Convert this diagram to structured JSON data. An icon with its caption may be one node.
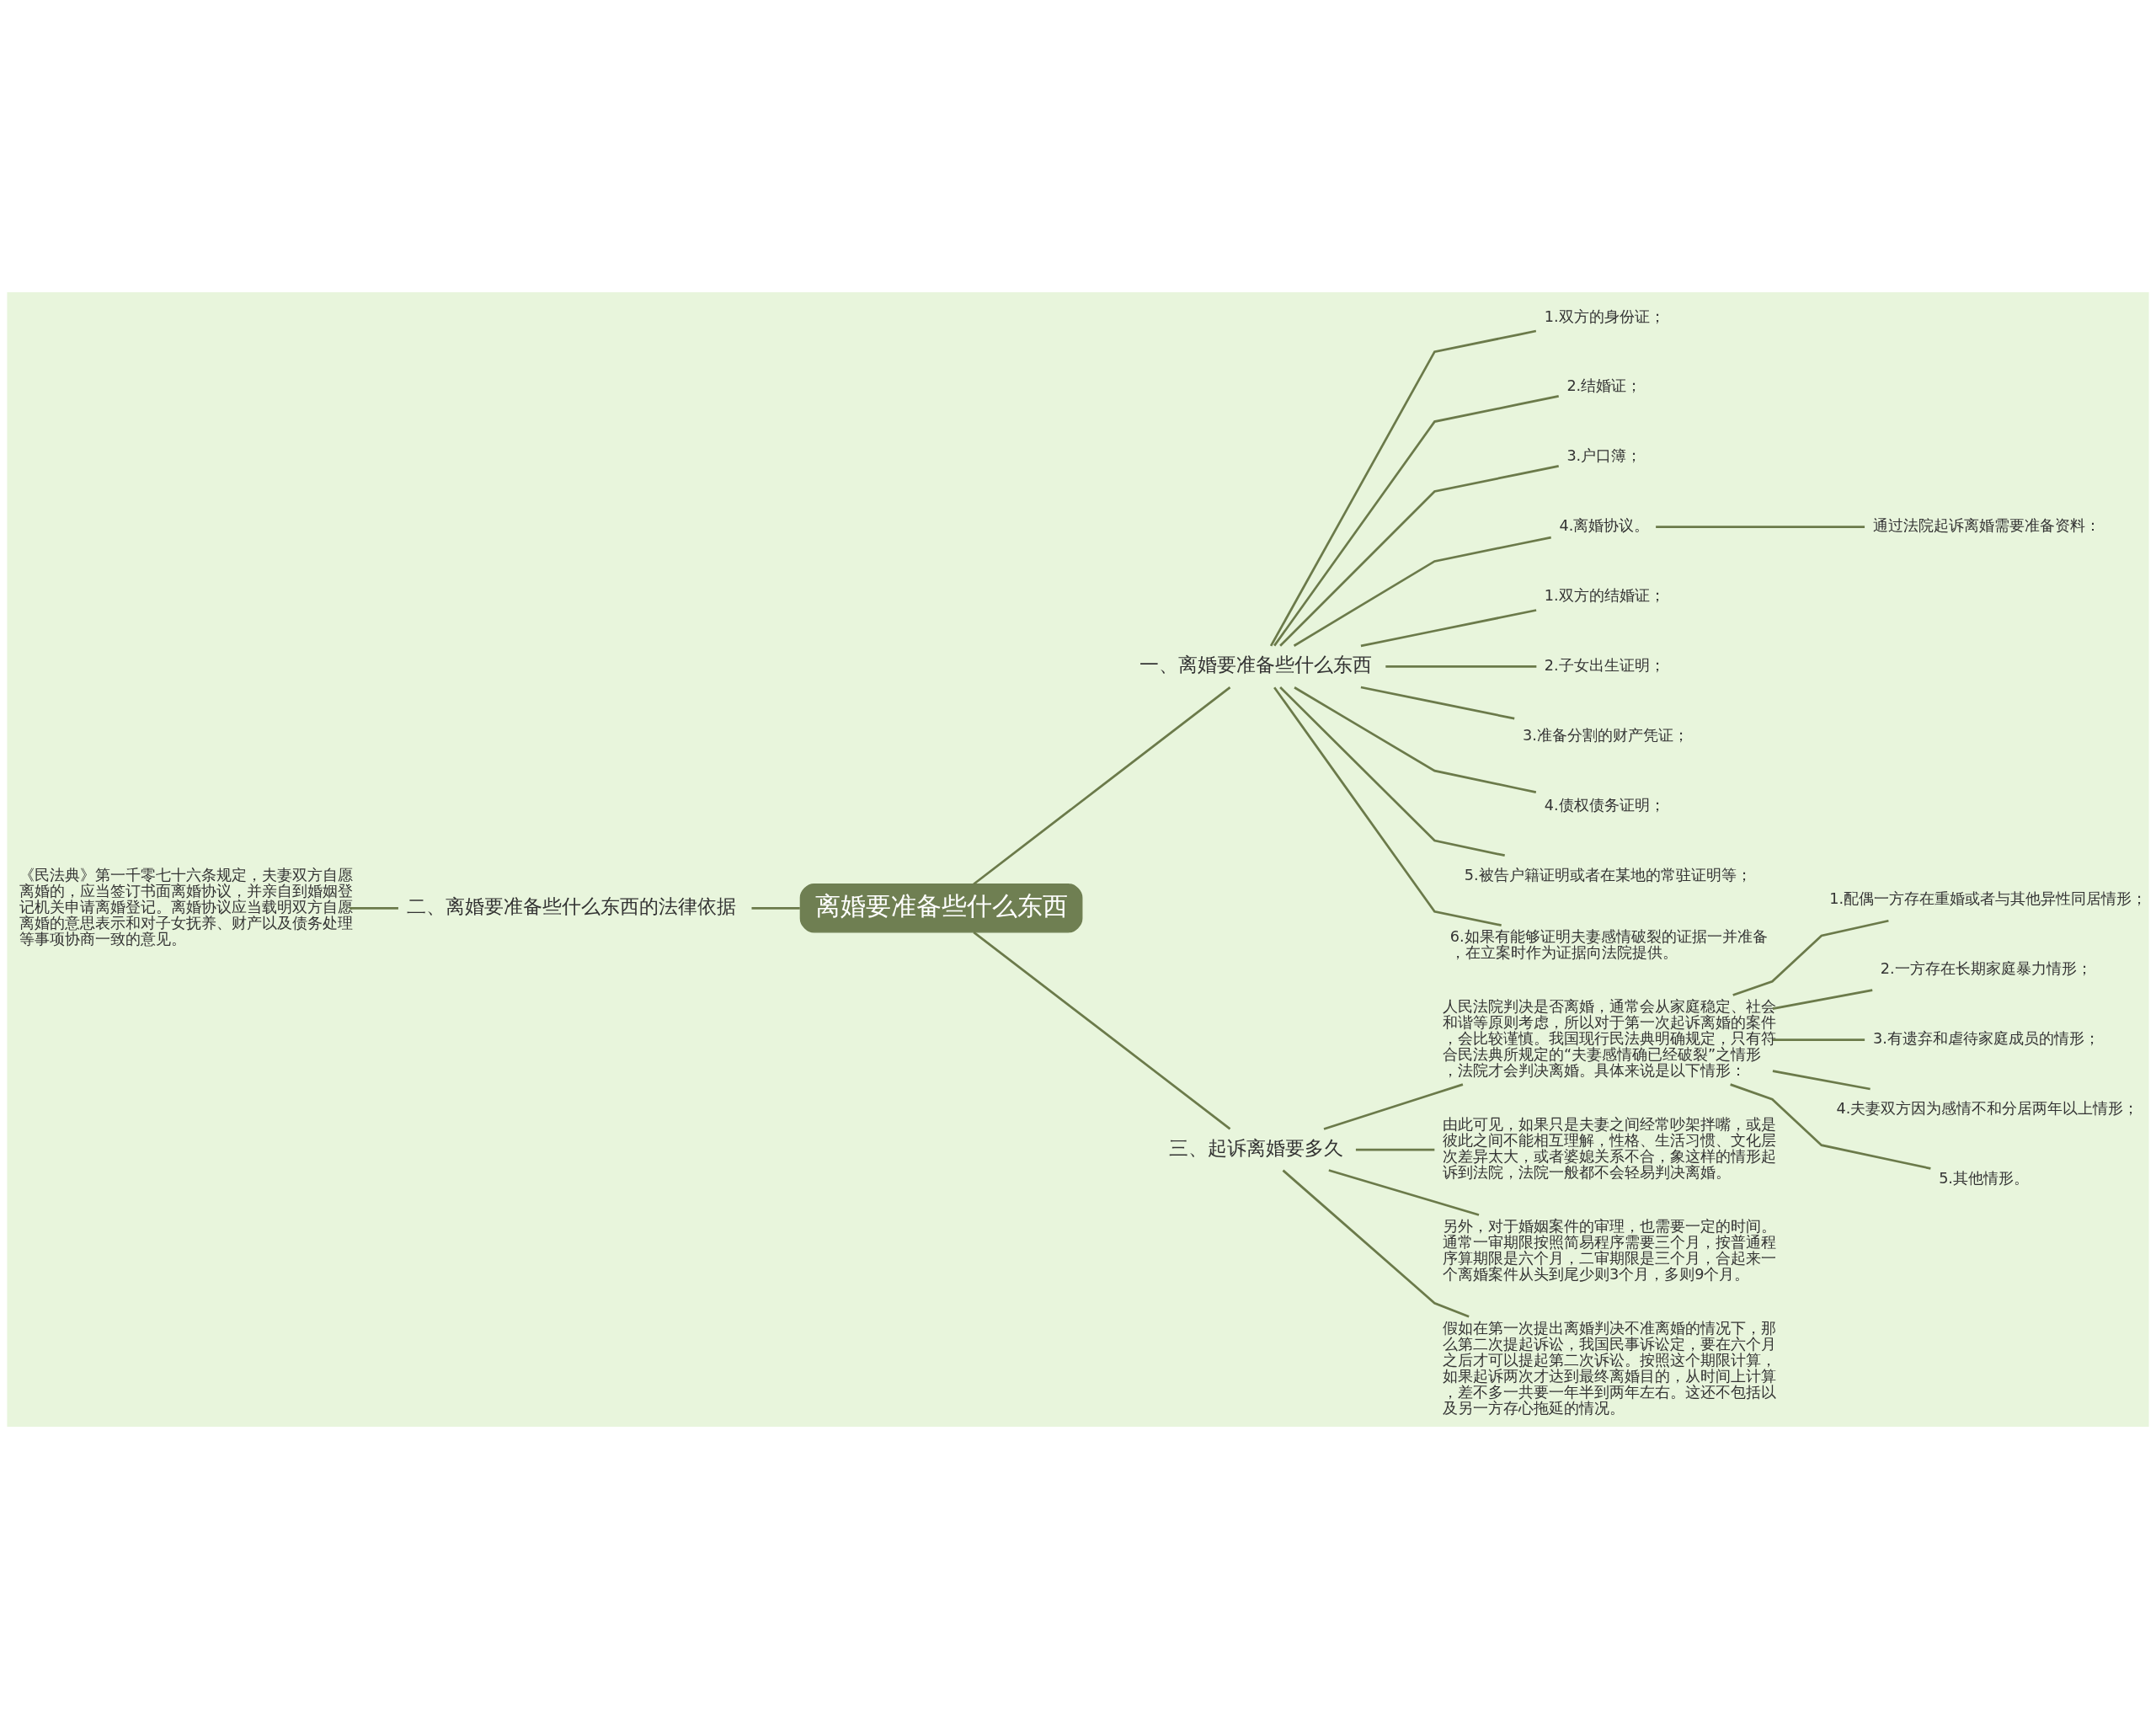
{
  "diagram": {
    "nodes": [
      {
        "text": [
          "离婚要准备些什么东西"
        ]
      },
      {
        "text": [
          "一、离婚要准备些什么东西"
        ]
      },
      {
        "text": [
          "1.双方的身份证；"
        ]
      },
      {
        "text": [
          "2.结婚证；"
        ]
      },
      {
        "text": [
          "3.户口簿；"
        ]
      },
      {
        "text": [
          "4.离婚协议。"
        ]
      },
      {
        "text": [
          "通过法院起诉离婚需要准备资料："
        ]
      },
      {
        "text": [
          "1.双方的结婚证；"
        ]
      },
      {
        "text": [
          "2.子女出生证明；"
        ]
      },
      {
        "text": [
          "3.准备分割的财产凭证；"
        ]
      },
      {
        "text": [
          "4.债权债务证明；"
        ]
      },
      {
        "text": [
          "5.被告户籍证明或者在某地的常驻证明等；"
        ]
      },
      {
        "text": [
          "6.如果有能够证明夫妻感情破裂的证据一并准备，在立案时作为证据向法院提供。"
        ]
      },
      {
        "text": [
          "二、离婚要准备些什么东西的法律依据"
        ]
      },
      {
        "text": [
          "《民法典》第一千零七十六条规定，夫妻双方自愿离婚的，应当签订书面离婚协议，并亲自到婚姻登记机关申请离婚登记。离婚协议应当载明双方自愿离婚的意思表示和对子女抚养、财产以及债务处理等事项协商一致的意见。"
        ]
      },
      {
        "text": [
          "三、起诉离婚要多久"
        ]
      },
      {
        "text": [
          "人民法院判决是否离婚，通常会从家庭稳定、社会和谐等原则考虑，所以对于第一次起诉离婚的案件，会比较谨慎。我国现行民法典明确规定，只有符合民法典所规定的“夫妻感情确已经破裂”之情形，法院才会判决离婚。具体来说是以下情形："
        ]
      },
      {
        "text": [
          "1.配偶一方存在重婚或者与其他异性同居情形；"
        ]
      },
      {
        "text": [
          "2.一方存在长期家庭暴力情形；"
        ]
      },
      {
        "text": [
          "3.有遗弃和虐待家庭成员的情形；"
        ]
      },
      {
        "text": [
          "4.夫妻双方因为感情不和分居两年以上情形；"
        ]
      },
      {
        "text": [
          "5.其他情形。"
        ]
      },
      {
        "text": [
          "由此可见，如果只是夫妻之间经常吵架拌嘴，或是彼此之间不能相互理解，性格、生活习惯、文化层次差异太大，或者婆媳关系不合，象这样的情形起诉到法院，法院一般都不会轻易判决离婚。"
        ]
      },
      {
        "text": [
          "另外，对于婚姻案件的审理，也需要一定的时间。通常一审期限按照简易程序需要三个月，按普通程序算期限是六个月，二审期限是三个月，合起来一个离婚案件从头到尾少则3个月，多则9个月。"
        ]
      },
      {
        "text": [
          "假如在第一次提出离婚判决不准离婚的情况下，那么第二次提起诉讼，我国民事诉讼定，要在六个月之后才可以提起第二次诉讼。按照这个期限计算，如果起诉两次才达到最终离婚目的，从时间上计算，差不多一共要一年半到两年左右。这还不包括以及另一方存心拖延的情况。"
        ]
      }
    ],
    "edges": [
      {
        "from": 0,
        "to": 1,
        "arrow": "none"
      },
      {
        "from": 1,
        "to": 2,
        "arrow": "none"
      },
      {
        "from": 1,
        "to": 3,
        "arrow": "none"
      },
      {
        "from": 1,
        "to": 4,
        "arrow": "none"
      },
      {
        "from": 1,
        "to": 5,
        "arrow": "none"
      },
      {
        "from": 5,
        "to": 6,
        "arrow": "none"
      },
      {
        "from": 1,
        "to": 7,
        "arrow": "none"
      },
      {
        "from": 1,
        "to": 8,
        "arrow": "none"
      },
      {
        "from": 1,
        "to": 9,
        "arrow": "none"
      },
      {
        "from": 1,
        "to": 10,
        "arrow": "none"
      },
      {
        "from": 1,
        "to": 11,
        "arrow": "none"
      },
      {
        "from": 1,
        "to": 12,
        "arrow": "none"
      },
      {
        "from": 13,
        "to": 0,
        "arrow": "none"
      },
      {
        "from": 14,
        "to": 13,
        "arrow": "none"
      },
      {
        "from": 0,
        "to": 15,
        "arrow": "none"
      },
      {
        "from": 15,
        "to": 16,
        "arrow": "none"
      },
      {
        "from": 16,
        "to": 17,
        "arrow": "none"
      },
      {
        "from": 16,
        "to": 18,
        "arrow": "none"
      },
      {
        "from": 16,
        "to": 19,
        "arrow": "none"
      },
      {
        "from": 16,
        "to": 20,
        "arrow": "none"
      },
      {
        "from": 16,
        "to": 21,
        "arrow": "none"
      },
      {
        "from": 15,
        "to": 22,
        "arrow": "none"
      },
      {
        "from": 15,
        "to": 23,
        "arrow": "none"
      },
      {
        "from": 15,
        "to": 24,
        "arrow": "none"
      }
    ]
  }
}
